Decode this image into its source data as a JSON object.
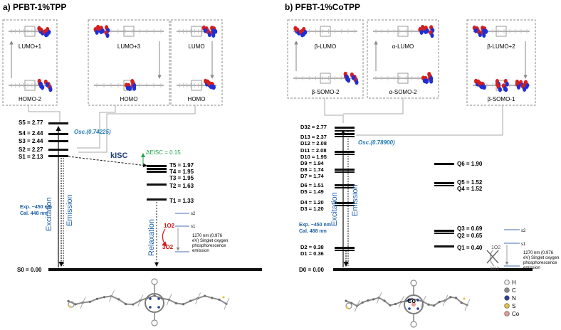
{
  "panel_a": {
    "title": "a) PFBT-1%TPP",
    "orbitals": [
      {
        "upper": "LUMO+1",
        "lower": "HOMO-2"
      },
      {
        "upper": "LUMO+3",
        "lower": "HOMO"
      },
      {
        "upper": "LUMO",
        "lower": "HOMO"
      }
    ],
    "singlet_levels": [
      "S5 = 2.77",
      "S4 = 2.44",
      "S3 = 2.44",
      "S2 = 2.27",
      "S1 = 2.13"
    ],
    "ground": "S0 = 0.00",
    "triplet_levels": [
      "T5 = 1.97",
      "T4 = 1.95",
      "T3 = 1.95",
      "T2 = 1.63",
      "T1 = 1.33"
    ],
    "osc": "Osc.(0.74225)",
    "kisc": "kISC",
    "delta_e": "ΔEISC = 0.15",
    "exp": "Exp. ~450 nm",
    "cal": "Cal. 448 nm",
    "excitation": "Excitation",
    "emission": "Emission",
    "relaxation": "Relaxation",
    "o2_singlet": "1O2",
    "o2_triplet": "3O2",
    "s1": "s1",
    "s2": "s2",
    "phos": [
      "1270 nm (0.976",
      "eV) Singlet oxygen",
      "phosphorescence",
      "emission"
    ]
  },
  "panel_b": {
    "title": "b) PFBT-1%CoTPP",
    "orbitals": [
      {
        "upper": "β-LUMO",
        "lower": "β-SOMO-2"
      },
      {
        "upper": "α-LUMO",
        "lower": "α-SOMO-2"
      },
      {
        "upper": "β-LUMO+2",
        "lower": "β-SOMO-1"
      }
    ],
    "doublet_levels": [
      "D32 = 2.77",
      "D13 = 2.37",
      "D12 = 2.08",
      "D11 = 2.08",
      "D10 = 1.95",
      "D9 = 1.94",
      "D8 = 1.74",
      "D7 = 1.74",
      "D6 = 1.51",
      "D5 = 1.49",
      "D4 = 1.20",
      "D3 = 1.20",
      "D2 = 0.38",
      "D1 = 0.36"
    ],
    "ground": "D0 = 0.00",
    "quartet_levels": [
      "Q6 = 1.90",
      "Q5 = 1.52",
      "Q4 = 1.52",
      "Q3 = 0.69",
      "Q2 = 0.65",
      "Q1 = 0.40"
    ],
    "osc": "Osc.(0.78900)",
    "exp": "Exp. ~450 nm",
    "cal": "Cal. 488 nm",
    "excitation": "Excitation",
    "emission": "Emission",
    "o2_singlet": "1O2",
    "o2_triplet": "3O2",
    "s1": "s1",
    "s2": "s2",
    "phos": [
      "1270 nm (0.976",
      "eV) Singlet oxygen",
      "phosphorescence",
      "emission"
    ],
    "co_label": "Co",
    "legend": [
      {
        "label": "H",
        "color": "#f2f2f2"
      },
      {
        "label": "C",
        "color": "#8c8c8c"
      },
      {
        "label": "N",
        "color": "#2a3f9a"
      },
      {
        "label": "S",
        "color": "#e8c640"
      },
      {
        "label": "Co",
        "color": "#e89a9a"
      }
    ]
  },
  "colors": {
    "blue_label": "#1f5fa8",
    "osc_blue": "#1f78b4",
    "green": "#1aa34a",
    "red": "#d01818"
  }
}
